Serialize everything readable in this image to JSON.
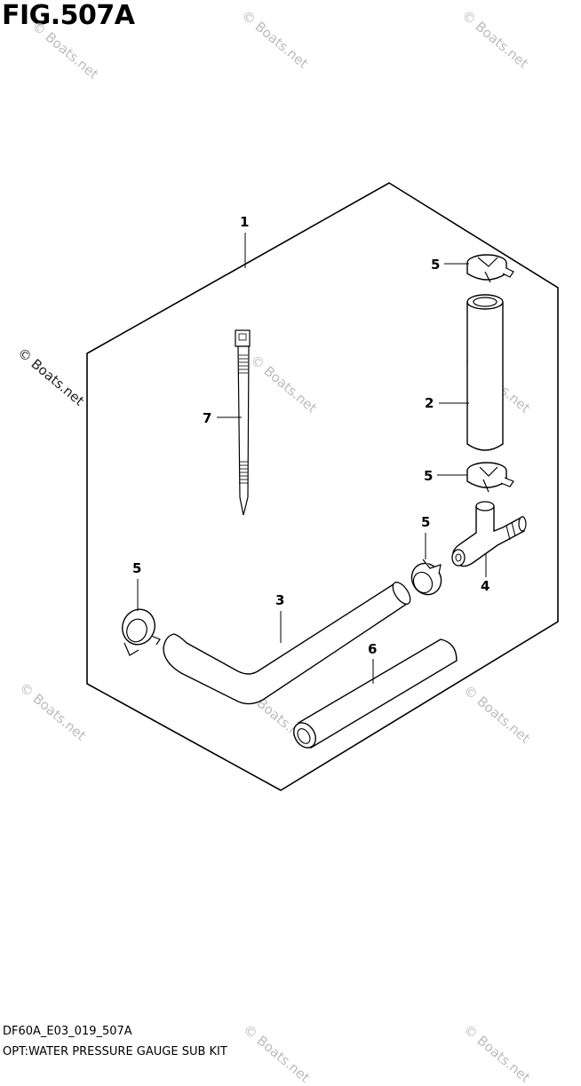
{
  "figure_title": "FIG.507A",
  "figure_code": "DF60A_E03_019_507A",
  "kit_title": "OPT:WATER PRESSURE GAUGE SUB KIT",
  "watermark": "© Boats.net",
  "callouts": [
    "1",
    "2",
    "3",
    "4",
    "5",
    "5",
    "5",
    "5",
    "6",
    "7"
  ]
}
